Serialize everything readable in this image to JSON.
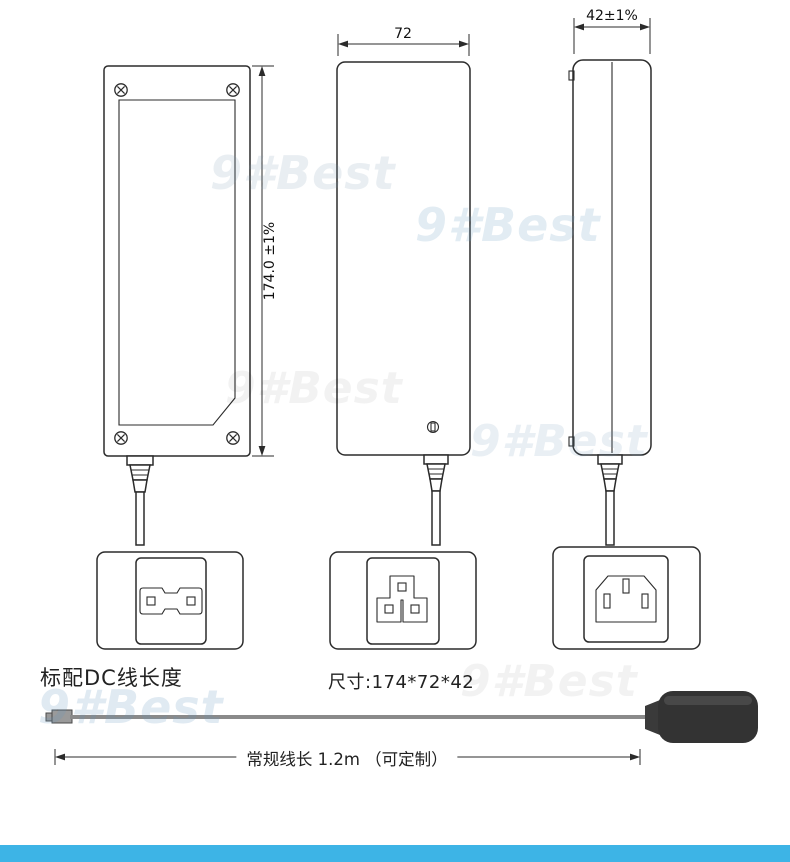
{
  "page": {
    "background": "#ffffff",
    "footer_color": "#3db4e6"
  },
  "watermark": {
    "text": "9#Best"
  },
  "dimensions": {
    "height": "174.0 ±1%",
    "width": "72",
    "depth": "42±1%"
  },
  "labels": {
    "dc_cable_title": "标配DC线长度",
    "size_text": "尺寸:174*72*42",
    "cable_length": "常规线长 1.2m （可定制）"
  }
}
